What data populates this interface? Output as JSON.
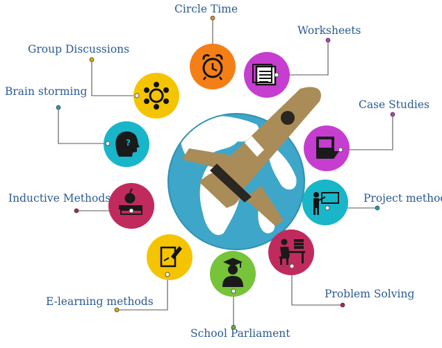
{
  "diagram": {
    "center": {
      "globe_color": "#3ea6c9",
      "land_color": "#ffffff",
      "rocket_color": "#a98c58"
    },
    "methods": [
      {
        "label": "Circle Time",
        "icon": "alarm-clock-icon",
        "color": "#f57f17",
        "dot_color": "#e08a1e"
      },
      {
        "label": "Worksheets",
        "icon": "worksheet-icon",
        "color": "#c63ed0",
        "dot_color": "#b43bbd"
      },
      {
        "label": "Case Studies",
        "icon": "case-file-icon",
        "color": "#c63ed0",
        "dot_color": "#b43bbd"
      },
      {
        "label": "Project method",
        "icon": "teacher-board-icon",
        "color": "#19b6c9",
        "dot_color": "#1d9fb0"
      },
      {
        "label": "Problem Solving",
        "icon": "student-desk-icon",
        "color": "#c12a5c",
        "dot_color": "#b3204f"
      },
      {
        "label": "School Parliament",
        "icon": "graduate-icon",
        "color": "#77c339",
        "dot_color": "#6aa83a"
      },
      {
        "label": "E-learning methods",
        "icon": "pencil-paper-icon",
        "color": "#f5c400",
        "dot_color": "#d9a900"
      },
      {
        "label": "Inductive Methods",
        "icon": "apple-books-icon",
        "color": "#c12a5c",
        "dot_color": "#b3204f"
      },
      {
        "label": "Brain storming",
        "icon": "head-question-icon",
        "color": "#19b6c9",
        "dot_color": "#1d9fb0"
      },
      {
        "label": "Group Discussions",
        "icon": "group-circle-icon",
        "color": "#f5c400",
        "dot_color": "#d9a900"
      }
    ]
  }
}
